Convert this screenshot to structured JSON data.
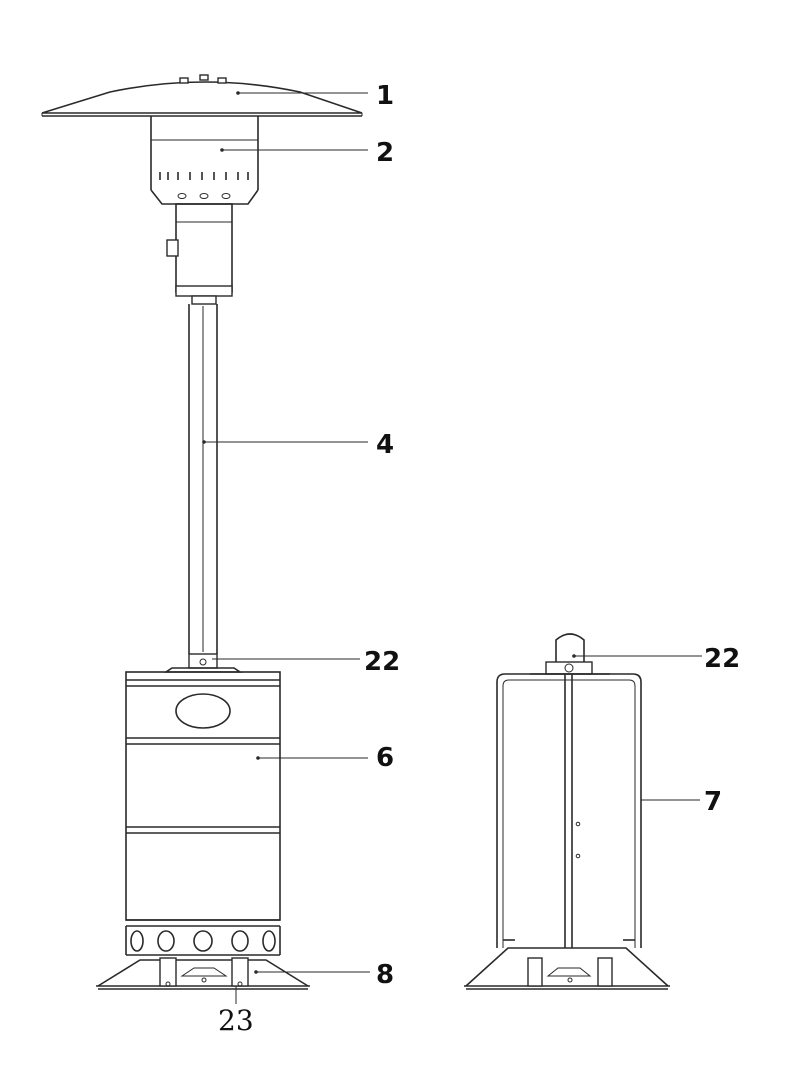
{
  "labels": {
    "part_1": "1",
    "part_2": "2",
    "part_4": "4",
    "part_22_front": "22",
    "part_6": "6",
    "part_8": "8",
    "part_23": "23",
    "part_22_side": "22",
    "part_7": "7"
  }
}
